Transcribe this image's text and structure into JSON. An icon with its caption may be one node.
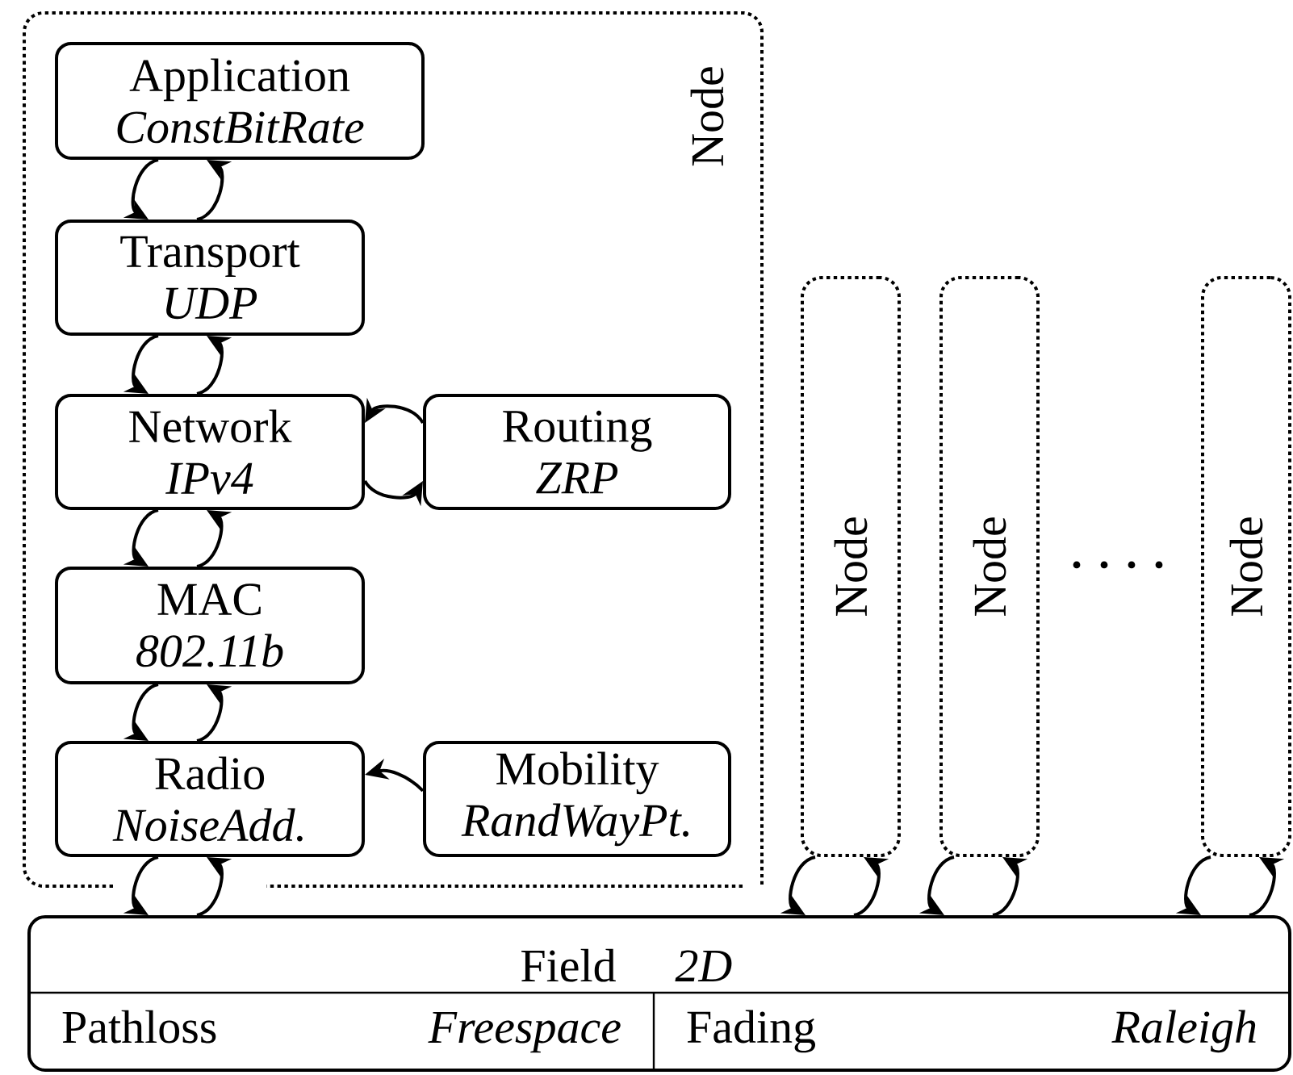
{
  "diagram": {
    "nodes": [
      {
        "text": [
          "Node"
        ]
      },
      {
        "text": [
          "Application",
          "ConstBitRate"
        ],
        "in": 0
      },
      {
        "text": [
          "Transport",
          "UDP"
        ],
        "in": 0
      },
      {
        "text": [
          "Network",
          "IPv4"
        ],
        "in": 0
      },
      {
        "text": [
          "Routing",
          "ZRP"
        ],
        "in": 0
      },
      {
        "text": [
          "MAC",
          "802.11b"
        ],
        "in": 0
      },
      {
        "text": [
          "Radio",
          "NoiseAdd."
        ],
        "in": 0
      },
      {
        "text": [
          "Mobility",
          "RandWayPt."
        ],
        "in": 0
      },
      {
        "text": [
          "Node"
        ]
      },
      {
        "text": [
          "Node"
        ]
      },
      {
        "text": [
          "Node"
        ]
      },
      {
        "text": [
          "Field",
          "2D"
        ]
      },
      {
        "text": [
          "Pathloss",
          "Freespace"
        ],
        "in": 11
      },
      {
        "text": [
          "Fading",
          "Raleigh"
        ],
        "in": 11
      }
    ],
    "edges": [
      {
        "from": 1,
        "to": 2,
        "arrow": "to"
      },
      {
        "from": 2,
        "to": 1,
        "arrow": "to"
      },
      {
        "from": 2,
        "to": 3,
        "arrow": "to"
      },
      {
        "from": 3,
        "to": 2,
        "arrow": "to"
      },
      {
        "from": 4,
        "to": 3,
        "arrow": "to"
      },
      {
        "from": 3,
        "to": 4,
        "arrow": "to"
      },
      {
        "from": 3,
        "to": 5,
        "arrow": "to"
      },
      {
        "from": 5,
        "to": 3,
        "arrow": "to"
      },
      {
        "from": 5,
        "to": 6,
        "arrow": "to"
      },
      {
        "from": 6,
        "to": 5,
        "arrow": "to"
      },
      {
        "from": 7,
        "to": 6,
        "arrow": "to"
      },
      {
        "from": 6,
        "to": 11,
        "arrow": "to"
      },
      {
        "from": 11,
        "to": 6,
        "arrow": "to"
      },
      {
        "from": 8,
        "to": 11,
        "arrow": "to"
      },
      {
        "from": 11,
        "to": 8,
        "arrow": "to"
      },
      {
        "from": 9,
        "to": 11,
        "arrow": "to"
      },
      {
        "from": 11,
        "to": 9,
        "arrow": "to"
      },
      {
        "from": 10,
        "to": 11,
        "arrow": "to"
      },
      {
        "from": 11,
        "to": 10,
        "arrow": "to"
      }
    ]
  }
}
